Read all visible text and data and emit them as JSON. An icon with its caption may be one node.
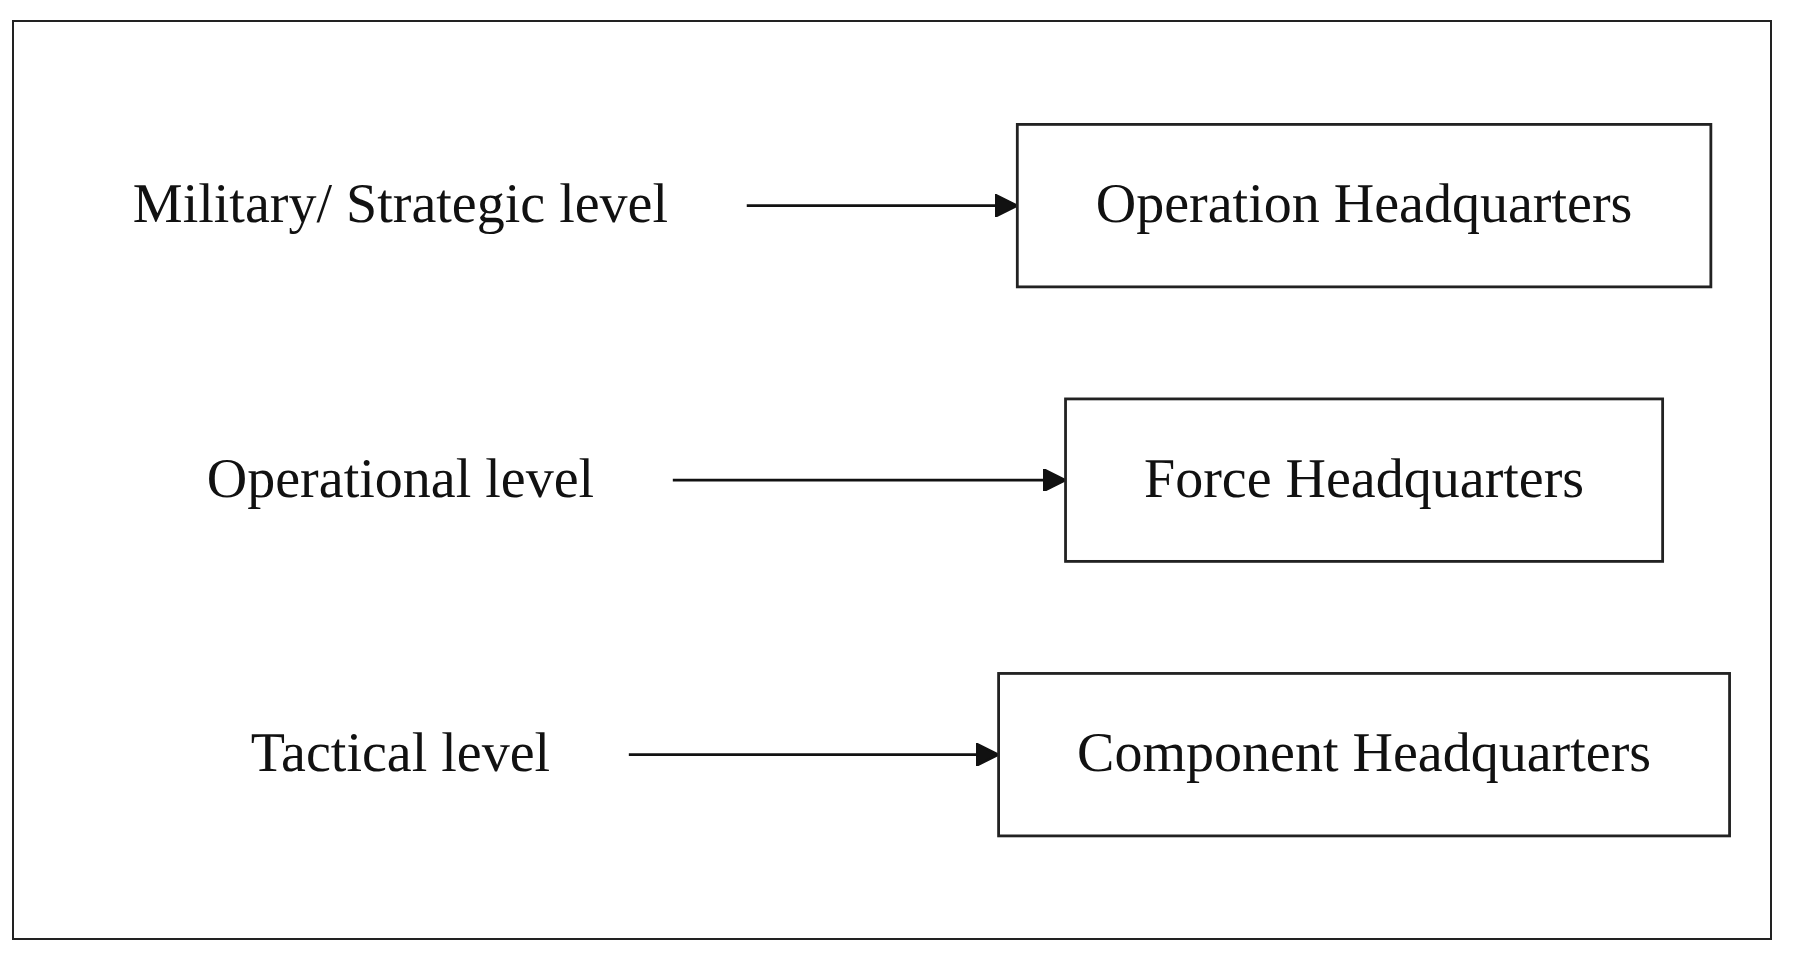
{
  "diagram": {
    "nodes": [
      {
        "text": [
          "Military/ Strategic level"
        ]
      },
      {
        "text": [
          "Operation Headquarters"
        ]
      },
      {
        "text": [
          "Operational level"
        ]
      },
      {
        "text": [
          "Force Headquarters"
        ]
      },
      {
        "text": [
          "Tactical level"
        ]
      },
      {
        "text": [
          "Component Headquarters"
        ]
      }
    ],
    "edges": [
      {
        "from": 0,
        "to": 1,
        "arrow": "to"
      },
      {
        "from": 2,
        "to": 3,
        "arrow": "to"
      },
      {
        "from": 4,
        "to": 5,
        "arrow": "to"
      }
    ]
  }
}
